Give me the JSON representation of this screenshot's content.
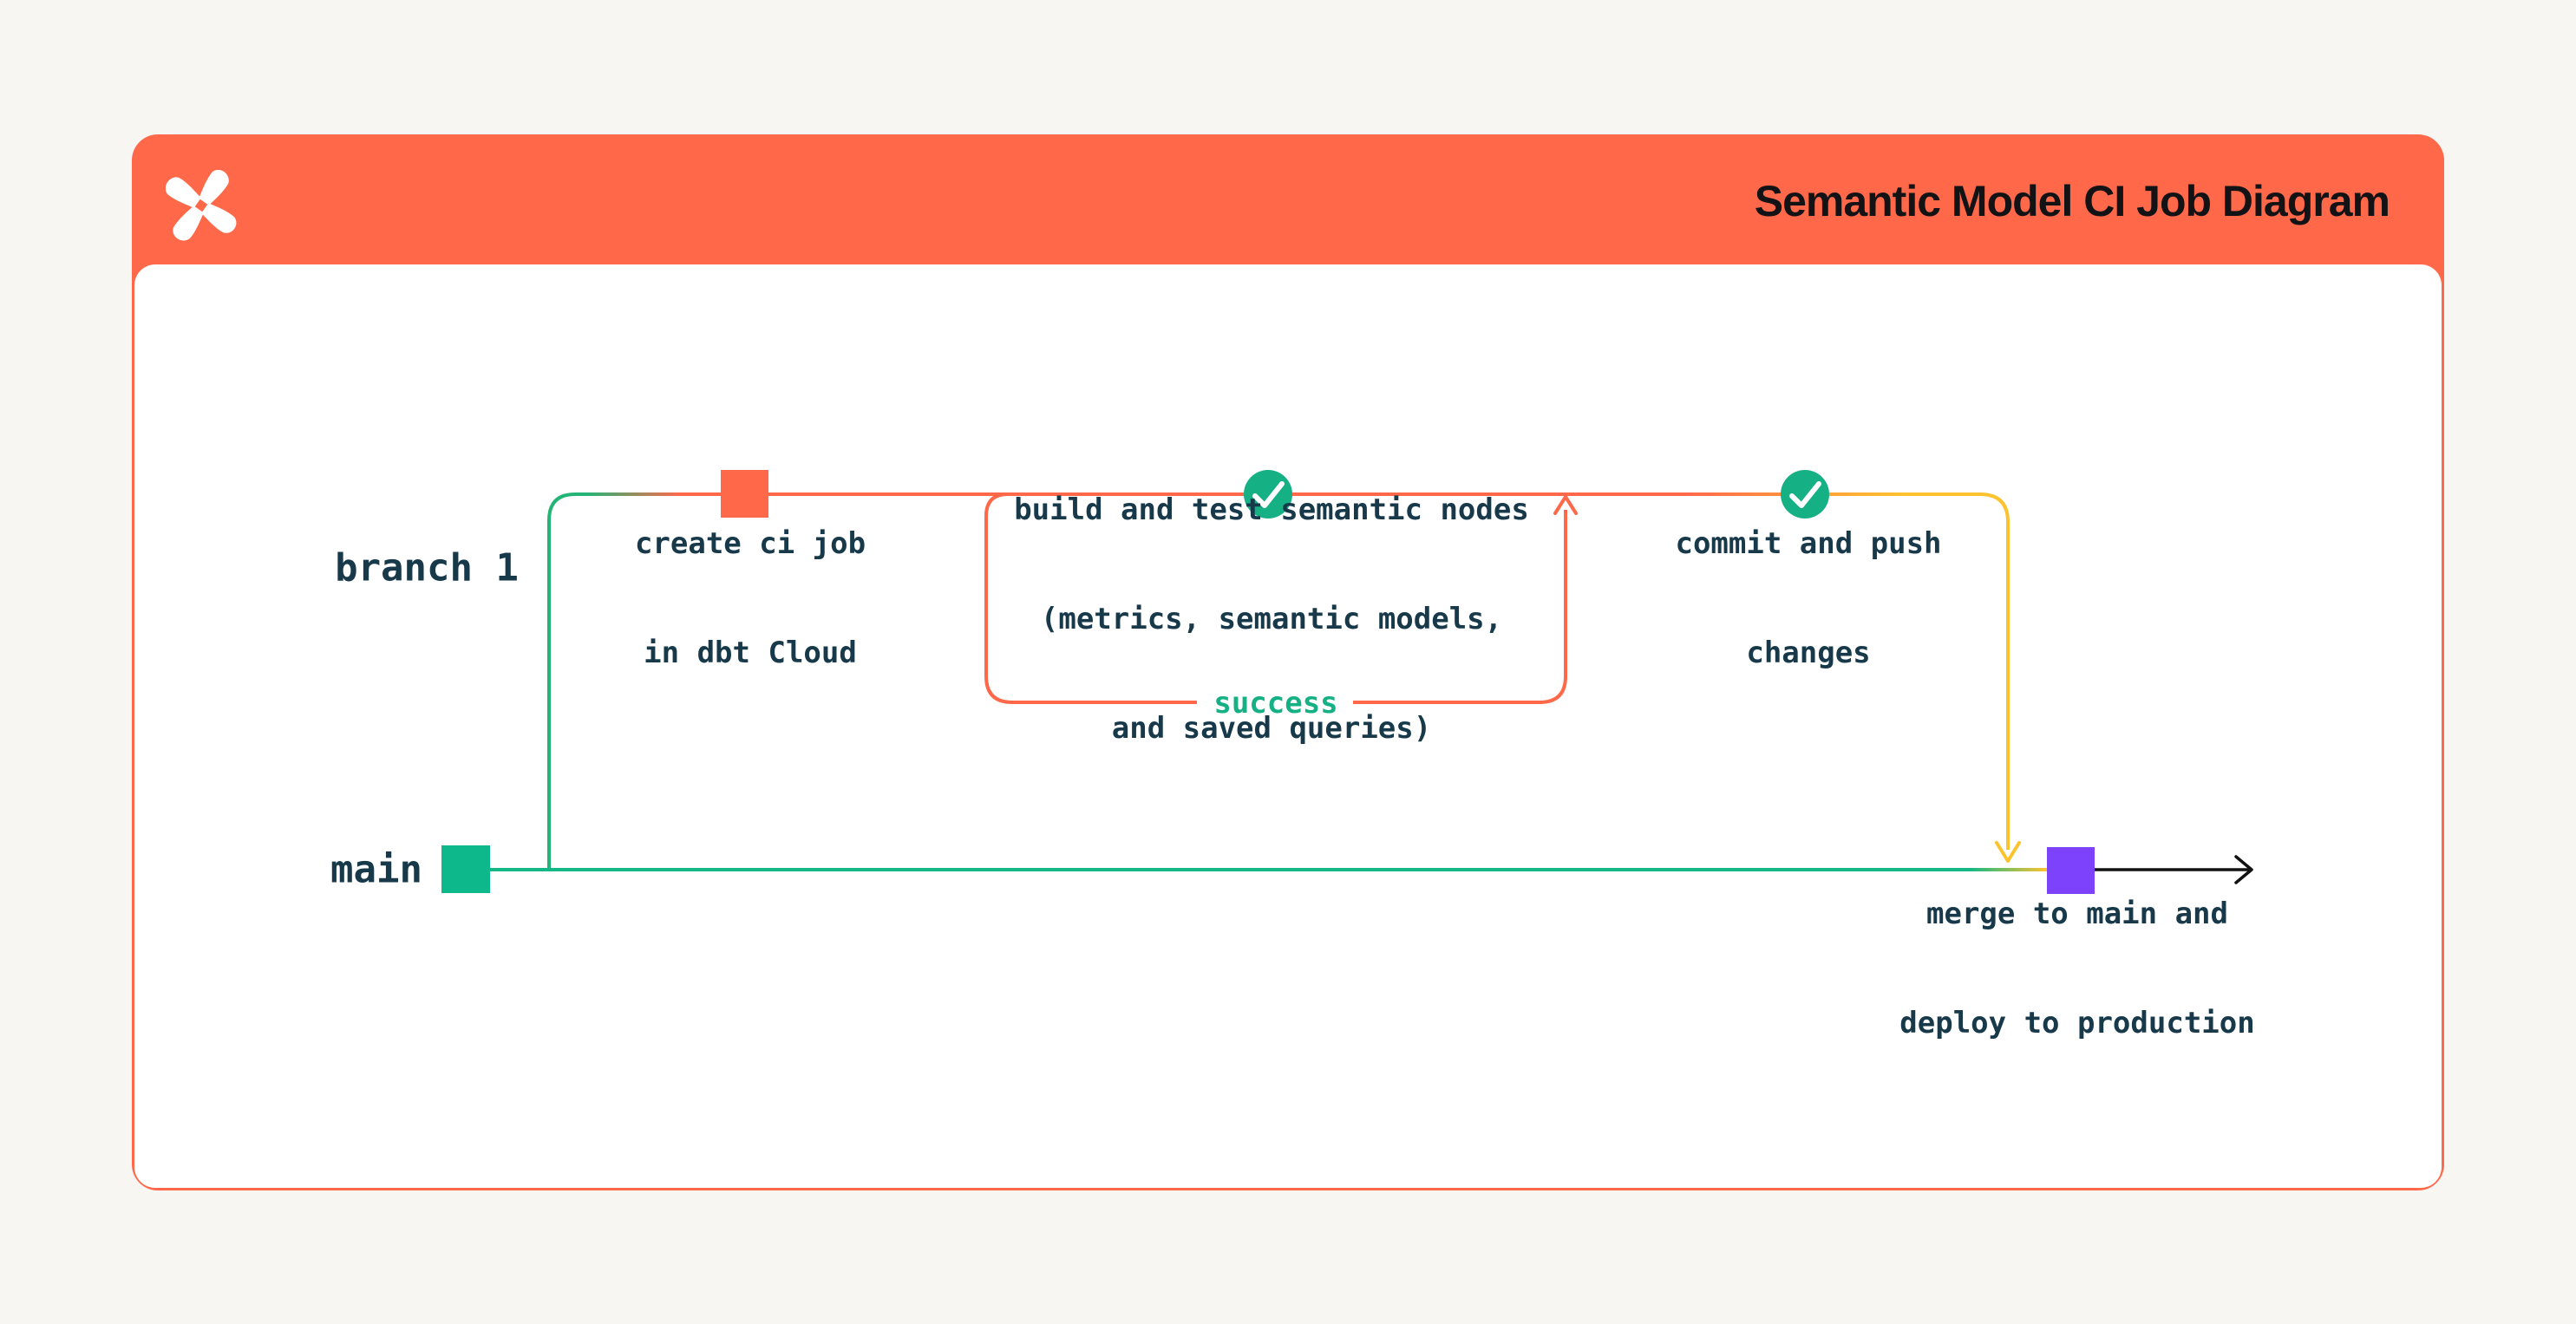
{
  "header": {
    "title": "Semantic Model CI Job Diagram",
    "logo": "dbt-logo"
  },
  "branch_labels": {
    "branch": "branch 1",
    "main": "main"
  },
  "nodes": {
    "create": {
      "marker": "orange-commit-square",
      "lines": [
        "create ci job",
        "in dbt Cloud"
      ]
    },
    "build": {
      "marker": "check-circle",
      "lines": [
        "build and test semantic nodes",
        "(metrics, semantic models,",
        "and saved queries)"
      ]
    },
    "commit": {
      "marker": "check-circle",
      "lines": [
        "commit and push",
        "changes"
      ]
    },
    "merge": {
      "marker": "purple-commit-square",
      "lines": [
        "merge to main and",
        "deploy to production"
      ]
    }
  },
  "loop": {
    "label": "success"
  },
  "colors": {
    "page_bg": "#f7f6f3",
    "header_bg": "#ff694a",
    "orange": "#ff694a",
    "branch_green": "#23b577",
    "commit_green": "#0db88a",
    "check_green": "#16b085",
    "yellow": "#fdc32f",
    "purple": "#7c42fc",
    "ink": "#17394a",
    "title_ink": "#131316",
    "arrow_black": "#121212"
  }
}
